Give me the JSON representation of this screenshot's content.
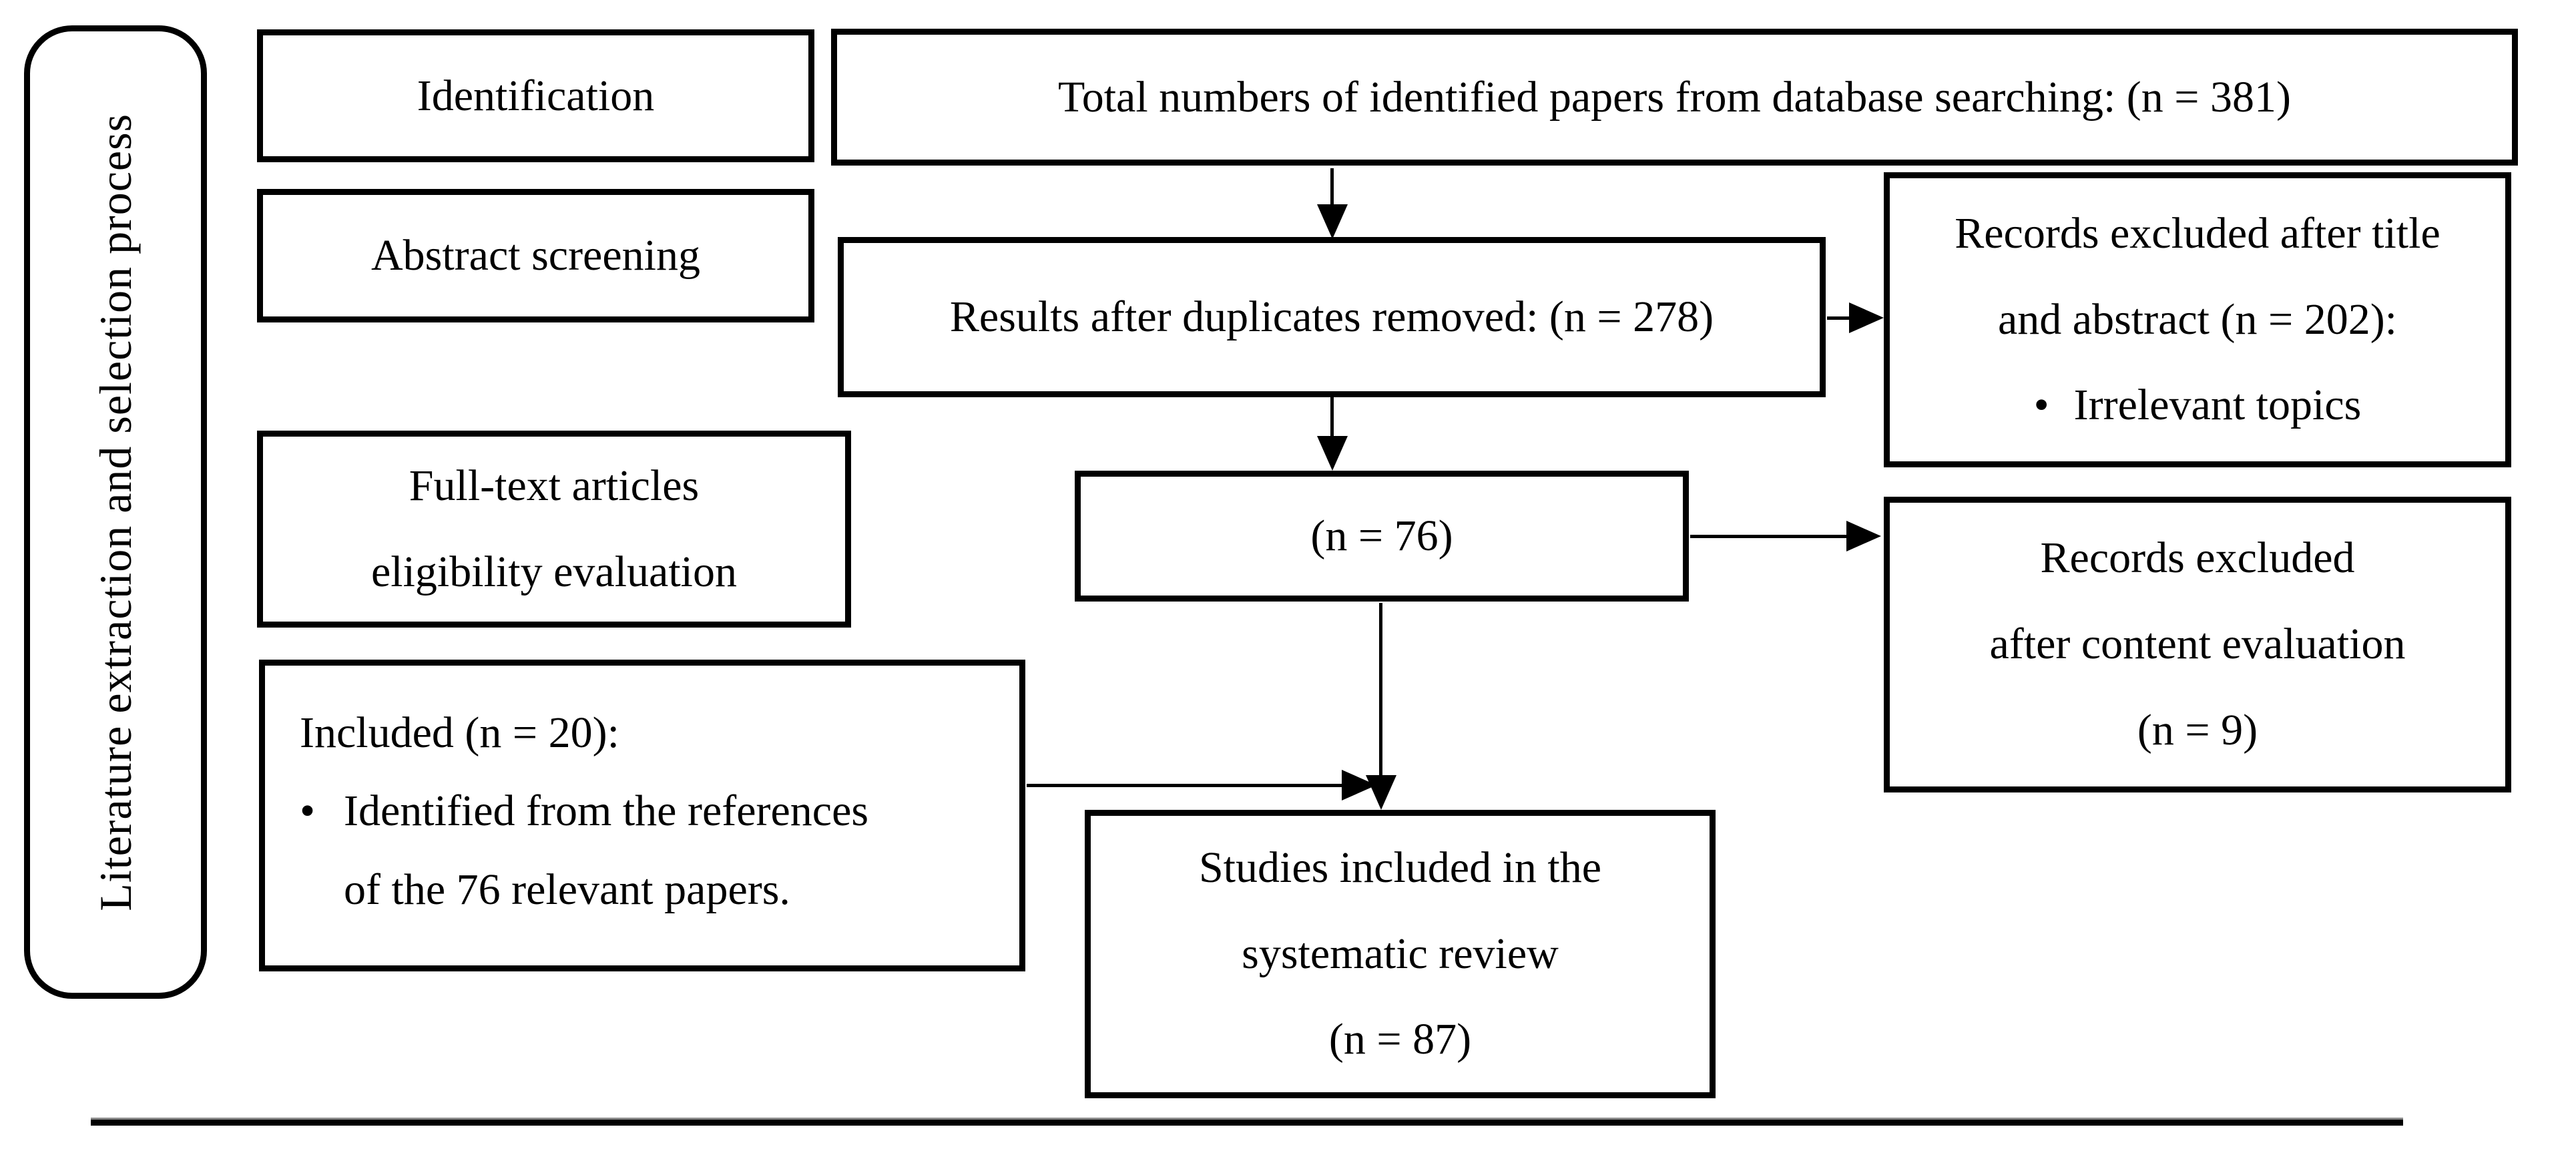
{
  "sidebar": {
    "label": "Literature extraction and selection process"
  },
  "boxes": {
    "identification": "Identification",
    "total": "Total numbers of identified papers from database searching: (n = 381)",
    "abstract_screening": "Abstract screening",
    "results": "Results after duplicates removed: (n = 278)",
    "excluded_title": {
      "line1": "Records excluded after title",
      "line2": "and abstract (n = 202):",
      "bullet": "Irrelevant topics"
    },
    "fulltext": {
      "line1": "Full-text articles",
      "line2": "eligibility evaluation"
    },
    "n76": "(n = 76)",
    "excluded_content": {
      "line1": "Records excluded",
      "line2": "after content evaluation",
      "line3": "(n = 9)"
    },
    "included": {
      "heading": "Included (n = 20):",
      "bullet_line1": "Identified from the references",
      "bullet_line2": "of the 76 relevant papers."
    },
    "studies": {
      "line1": "Studies included in the",
      "line2": "systematic review",
      "line3": "(n = 87)"
    }
  },
  "glyphs": {
    "bullet": "•"
  },
  "colors": {
    "stroke": "#000000",
    "background": "#ffffff"
  }
}
